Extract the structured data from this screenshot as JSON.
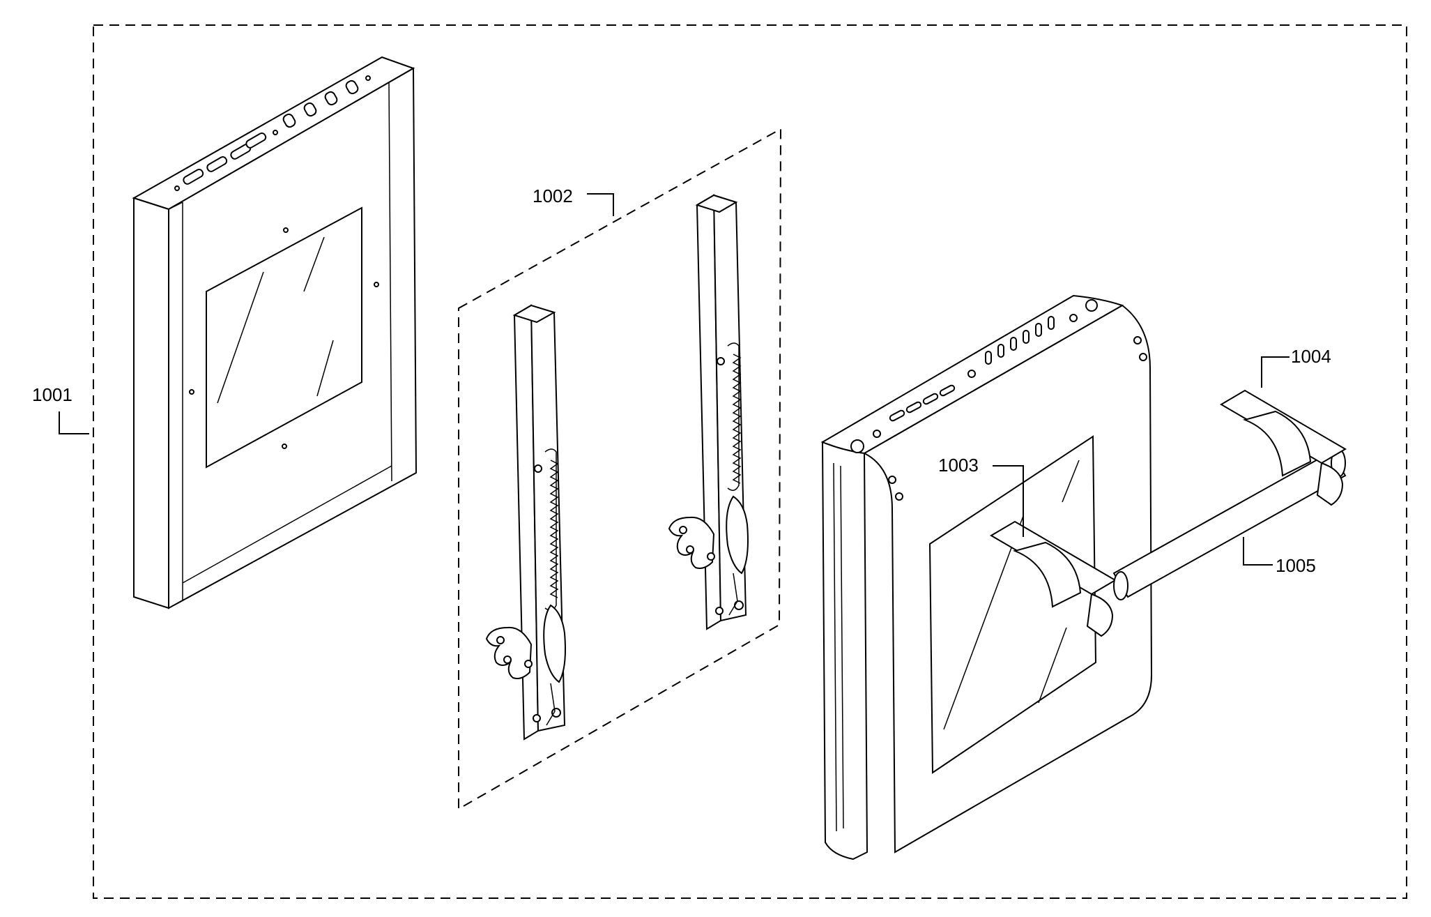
{
  "callouts": {
    "door_assembly": "1001",
    "hinge_kit": "1002",
    "handle_left_bracket": "1003",
    "handle_right_bracket": "1004",
    "handle_bar": "1005"
  }
}
